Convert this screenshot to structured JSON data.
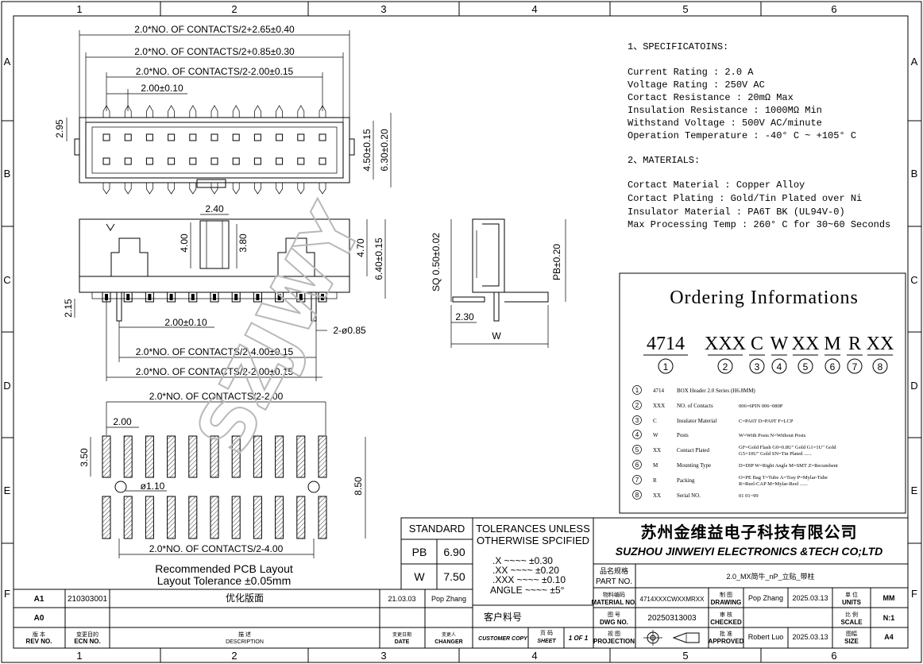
{
  "border": {
    "cols": [
      "1",
      "2",
      "3",
      "4",
      "5",
      "6"
    ],
    "rows": [
      "A",
      "B",
      "C",
      "D",
      "E",
      "F"
    ]
  },
  "dims_top": {
    "d1": "2.0*NO. OF CONTACTS/2+2.65±0.40",
    "d2": "2.0*NO. OF CONTACTS/2+0.85±0.30",
    "d3": "2.0*NO. OF CONTACTS/2-2.00±0.15",
    "d4": "2.00±0.10",
    "h1": "2.95",
    "h2": "4.50±0.15",
    "h3": "6.30±0.20"
  },
  "dims_side": {
    "w1": "2.40",
    "h1": "4.00",
    "h2": "3.80",
    "h3": "4.70",
    "h4": "6.40±0.15",
    "h5": "2.15",
    "pitch": "2.00±0.10",
    "hole": "2-ø0.85",
    "d1": "2.0*NO. OF CONTACTS/2-4.00±0.15",
    "d2": "2.0*NO. OF CONTACTS/2-2.00±0.15"
  },
  "dims_end": {
    "sq": "SQ 0.50±0.02",
    "pb": "PB±0.20",
    "w1": "2.30",
    "w": "W"
  },
  "pcb": {
    "top": "2.0*NO. OF CONTACTS/2-2.00",
    "pitch": "2.00",
    "h1": "3.50",
    "hole": "ø1.10",
    "h2": "8.50",
    "bottom": "2.0*NO. OF CONTACTS/2-4.00",
    "note1": "Recommended PCB Layout",
    "note2": "Layout Tolerance ±0.05mm"
  },
  "specs": {
    "title": "1、SPECIFICATOINS:",
    "lines": [
      "Current  Rating  : 2.0 A",
      "Voltage  Rating  : 250V AC",
      "Cortact   Resistance   : 20mΩ  Max",
      "Insulation Resistance  : 1000MΩ Min",
      "Withstand  Voltage    : 500V AC/minute",
      "Operation  Temperature : -40° C ~ +105° C"
    ],
    "mat_title": "2、MATERIALS:",
    "mat_lines": [
      "Cortact  Material   : Copper Alloy",
      "Cortact  Plating    : Gold/Tin Plated over Ni",
      "Insulator Material  : PA6T  BK (UL94V-0)",
      "Max Processing Temp : 260° C for 30~60 Seconds"
    ]
  },
  "ordering": {
    "title": "Ordering Informations",
    "codes": [
      "4714",
      "XXX",
      "C",
      "W",
      "XX",
      "M",
      "R",
      "XX"
    ],
    "nums": [
      "1",
      "2",
      "3",
      "4",
      "5",
      "6",
      "7",
      "8"
    ],
    "rows": [
      {
        "n": "1",
        "code": "4714",
        "name": "BOX  Header 2.0   Series  (H6.8MM)",
        "desc": ""
      },
      {
        "n": "2",
        "code": "XXX",
        "name": "NO. of Contacts",
        "desc": "006=6PIN  006~080P"
      },
      {
        "n": "3",
        "code": "C",
        "name": "Insulator Material",
        "desc": "C=PA6T  D=PA9T  F=LCP"
      },
      {
        "n": "4",
        "code": "W",
        "name": "Posts",
        "desc": "W=With Posts  N=Without Posts"
      },
      {
        "n": "5",
        "code": "XX",
        "name": "Contact Plated",
        "desc": "GF=Gold Flash  G0=0.8U\" Gold  G1=1U\" Gold  G5=10U\" Gold   SN=Tin Plated  ......"
      },
      {
        "n": "6",
        "code": "M",
        "name": "Mounting Type",
        "desc": "D=DIP   W=Right Angle  M=SMT  Z=Recumbent"
      },
      {
        "n": "7",
        "code": "R",
        "name": "Packing",
        "desc": "O=PE Bag  T=Tube  A=Tray  P=Mylar-Tube  R=Reel-CAP  M=Mylar-Reel  ......"
      },
      {
        "n": "8",
        "code": "XX",
        "name": "Serial NO.",
        "desc": "01   01~99"
      }
    ]
  },
  "standard": {
    "title": "STANDARD",
    "rows": [
      {
        "k": "PB",
        "v": "6.90"
      },
      {
        "k": "W",
        "v": "7.50"
      }
    ]
  },
  "tolerances": {
    "title1": "TOLERANCES UNLESS",
    "title2": "OTHERWISE SPCIFIED",
    "lines": [
      ".X  ~~~~  ±0.30",
      ".XX  ~~~~  ±0.20",
      ".XXX  ~~~~  ±0.10",
      "ANGLE  ~~~~  ±5°"
    ]
  },
  "company": {
    "cn": "苏州金维益电子科技有限公司",
    "en": "SUZHOU JINWEIYI ELECTRONICS &TECH CO;LTD"
  },
  "titleblock": {
    "part_label_cn": "品名规格",
    "part_label": "PART NO.",
    "part_value": "2.0_MX简牛_nP_立贴_带柱",
    "material_label_cn": "物料编码",
    "material_label": "MATERIAL NO.",
    "material_value": "4714XXXCWXXMRXX",
    "drawing_cn": "制 图",
    "drawing_label": "DRAWING",
    "drawing_name": "Pop Zhang",
    "drawing_date": "2025.03.13",
    "units_cn": "单 位",
    "units_label": "UNITS",
    "units_value": "MM",
    "dwg_cn": "图 号",
    "dwg_label": "DWG NO.",
    "dwg_value": "20250313003",
    "checked_cn": "审 核",
    "checked_label": "CHECKED",
    "scale_cn": "比 例",
    "scale_label": "SCALE",
    "scale_value": "N:1",
    "customer_cn": "客户料号",
    "customer_label": "CUSTOMER COPY",
    "sheet_cn": "页 码",
    "sheet_label": "SHEET",
    "sheet_value": "1 OF 1",
    "proj_cn": "视 图",
    "proj_label": "PROJECTION",
    "approved_cn": "批 准",
    "approved_label": "APPROVED",
    "approved_name": "Robert Luo",
    "approved_date": "2025.03.13",
    "size_cn": "图幅",
    "size_label": "SIZE",
    "size_value": "A4"
  },
  "revisions": {
    "rows": [
      {
        "rev": "A1",
        "ecn": "210303001",
        "desc": "优化版面",
        "date": "21.03.03",
        "changer": "Pop Zhang"
      },
      {
        "rev": "A0",
        "ecn": "",
        "desc": "",
        "date": "",
        "changer": ""
      }
    ],
    "h_rev_cn": "版 本",
    "h_rev": "REV NO.",
    "h_ecn_cn": "变更目的",
    "h_ecn": "ECN  NO.",
    "h_desc_cn": "描 述",
    "h_desc": "DESCRIPTION",
    "h_date_cn": "变更日期",
    "h_date": "DATE",
    "h_changer_cn": "变更人",
    "h_changer": "CHANGER"
  },
  "watermark": "SZJWY"
}
